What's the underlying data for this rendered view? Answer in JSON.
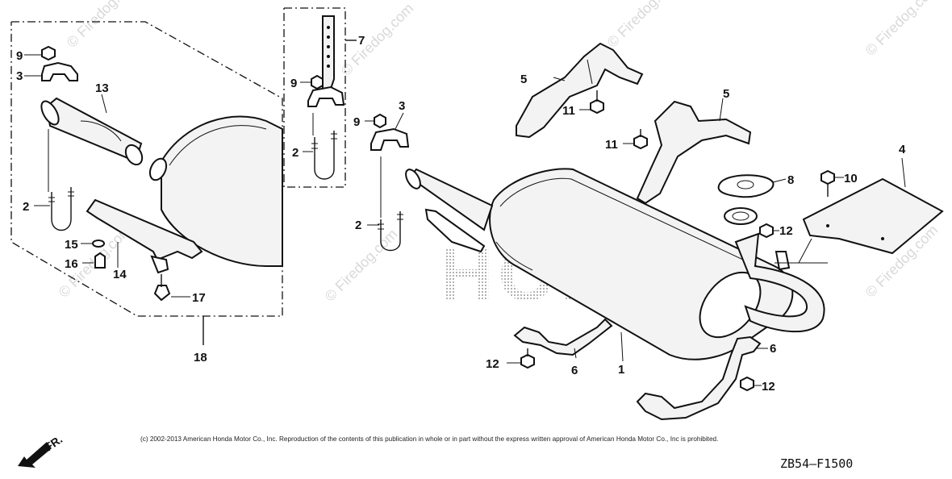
{
  "callouts": {
    "c1": "1",
    "c2a": "2",
    "c2b": "2",
    "c2c": "2",
    "c3a": "3",
    "c3b": "3",
    "c4": "4",
    "c5a": "5",
    "c5b": "5",
    "c6a": "6",
    "c6b": "6",
    "c7": "7",
    "c8": "8",
    "c9a": "9",
    "c9b": "9",
    "c9c": "9",
    "c10": "10",
    "c11a": "11",
    "c11b": "11",
    "c12a": "12",
    "c12b": "12",
    "c12c": "12",
    "c13": "13",
    "c14": "14",
    "c15": "15",
    "c16": "16",
    "c17": "17",
    "c18": "18"
  },
  "watermark": {
    "text": "© Firedog.com",
    "brand": "HONDA"
  },
  "front_marker": "FR.",
  "copyright": "(c) 2002-2013 American Honda Motor Co., Inc. Reproduction of the contents of this publication in whole or in part without the express written approval of American Honda Motor Co., Inc is prohibited.",
  "diagram_code": "ZB54–F1500",
  "colors": {
    "line": "#111111",
    "watermark": "#d9d9d9",
    "brand_dots": "#9a9a9a"
  }
}
